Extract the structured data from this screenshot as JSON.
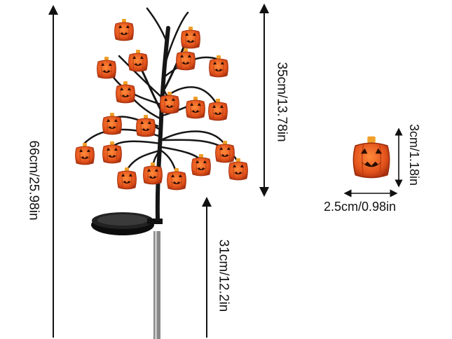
{
  "dimensions": {
    "total_height": "66cm/25.98in",
    "tree_height": "35cm/13.78in",
    "stake_height": "31cm/12.2in",
    "pumpkin_height": "3cm/1.18in",
    "pumpkin_width": "2.5cm/0.98in"
  },
  "colors": {
    "pumpkin": "#e2521b",
    "pumpkin_dark": "#b43410",
    "stem": "#f0a028",
    "branch": "#1a1a1a",
    "pole": "#777777",
    "arrow": "#111111"
  },
  "icons": {
    "tree": "pumpkin-tree-icon",
    "solar": "solar-panel-icon",
    "pumpkin": "jack-o-lantern-icon"
  }
}
